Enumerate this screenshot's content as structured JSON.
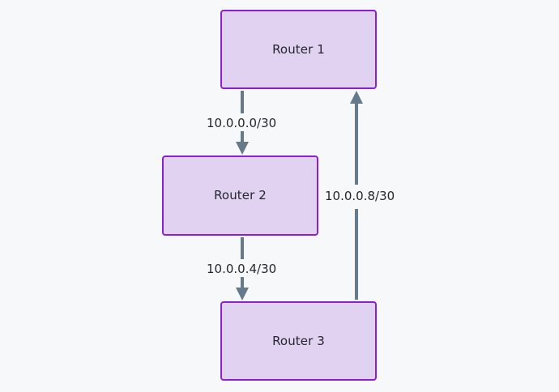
{
  "diagram": {
    "type": "network-topology",
    "background_color": "#f7f8fa",
    "nodes": [
      {
        "id": "router-1",
        "label": "Router 1",
        "fill": "#e2d2f2",
        "border": "#8b1fd4"
      },
      {
        "id": "router-2",
        "label": "Router 2",
        "fill": "#e2d2f2",
        "border": "#8b1fd4"
      },
      {
        "id": "router-3",
        "label": "Router 3",
        "fill": "#e2d2f2",
        "border": "#8b1fd4"
      }
    ],
    "edges": [
      {
        "id": "edge-r1-r2",
        "from": "router-1",
        "to": "router-2",
        "label": "10.0.0.0/30",
        "direction": "down",
        "color": "#667a8a"
      },
      {
        "id": "edge-r2-r3",
        "from": "router-2",
        "to": "router-3",
        "label": "10.0.0.4/30",
        "direction": "down",
        "color": "#667a8a"
      },
      {
        "id": "edge-r3-r1",
        "from": "router-3",
        "to": "router-1",
        "label": "10.0.0.8/30",
        "direction": "up",
        "color": "#667a8a"
      }
    ]
  }
}
